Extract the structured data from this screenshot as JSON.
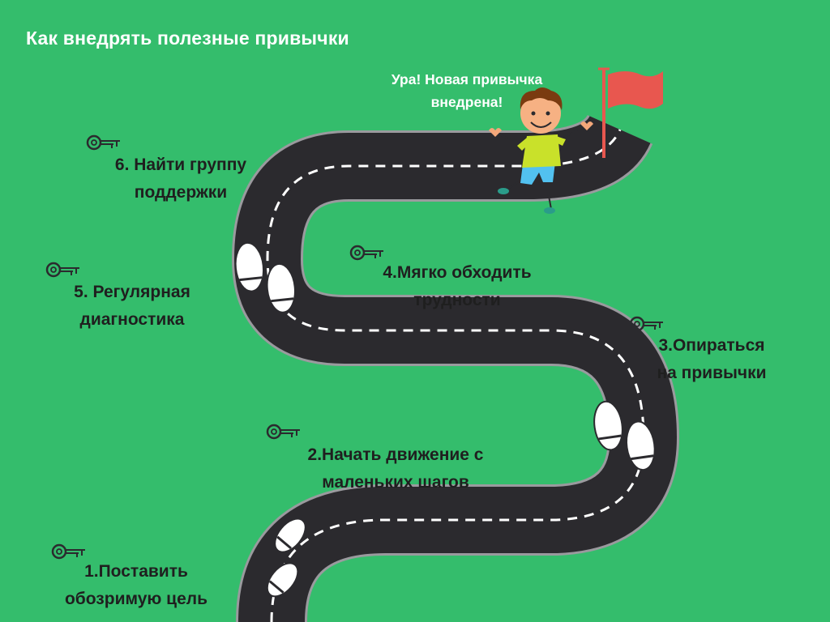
{
  "title": "Как внедрять полезные привычки",
  "celebration": {
    "line1": "Ура! Новая привычка",
    "line2": "внедрена!"
  },
  "steps": [
    {
      "line1": "1.Поставить",
      "line2": "обозримую цель",
      "icon": "key-icon"
    },
    {
      "line1": "2.Начать движение с",
      "line2": "маленьких шагов",
      "icon": "key-icon"
    },
    {
      "line1": "3.Опираться",
      "line2": "на привычки",
      "icon": "key-icon"
    },
    {
      "line1": "4.Мягко обходить",
      "line2": "трудности",
      "icon": "key-icon"
    },
    {
      "line1": "5. Регулярная",
      "line2": "диагностика",
      "icon": "key-icon"
    },
    {
      "line1": "6. Найти группу",
      "line2": "поддержки",
      "icon": "key-icon"
    }
  ],
  "colors": {
    "background": "#34BD6C",
    "road": "#2B2A2E",
    "road_edge": "#9A9A9E",
    "flag": "#E8574F",
    "shirt": "#C9E12A",
    "shorts": "#52C1F0"
  }
}
